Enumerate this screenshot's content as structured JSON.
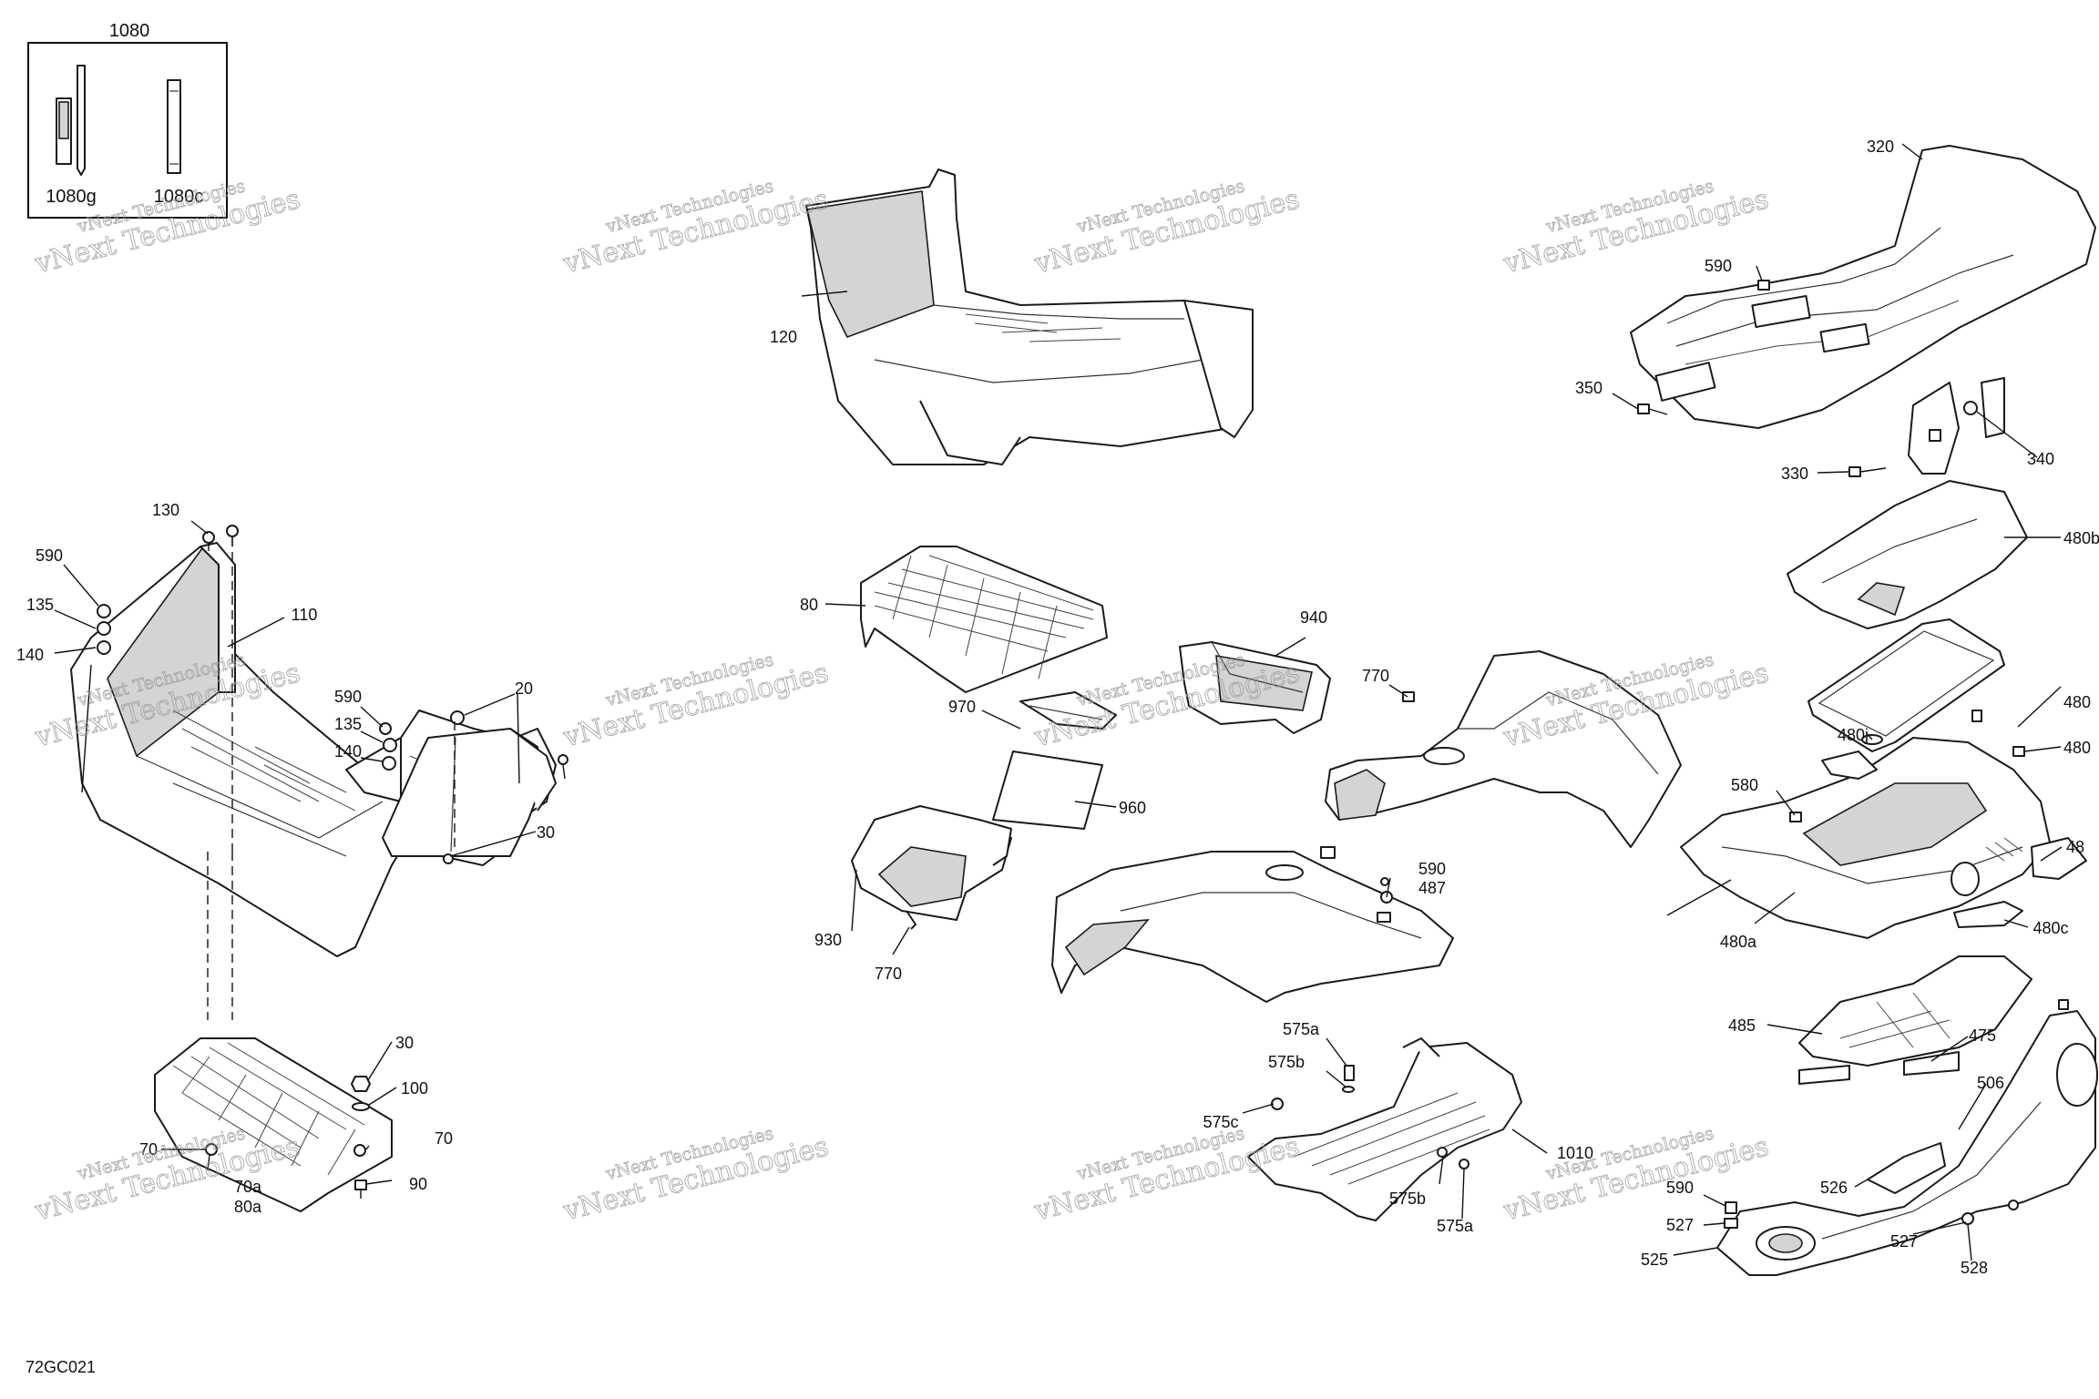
{
  "document_code": "72GC021",
  "kit": {
    "title": "1080",
    "items": [
      "1080g",
      "1080c"
    ]
  },
  "callouts": {
    "c130": "130",
    "c590a": "590",
    "c135a": "135",
    "c140a": "140",
    "c110": "110",
    "c590b": "590",
    "c135b": "135",
    "c140b": "140",
    "c20": "20",
    "c30a": "30",
    "c30b": "30",
    "c100": "100",
    "c70a": "70",
    "c70b": "70",
    "c90": "90",
    "c70a_sub": "70a",
    "c80a": "80a",
    "c120": "120",
    "c80": "80",
    "c970": "970",
    "c960": "960",
    "c930": "930",
    "c770a": "770",
    "c940": "940",
    "c770b": "770",
    "c590c": "590",
    "c487": "487",
    "c575a1": "575a",
    "c575b1": "575b",
    "c575c": "575c",
    "c1010": "1010",
    "c575b2": "575b",
    "c575a2": "575a",
    "c320": "320",
    "c590d": "590",
    "c350": "350",
    "c330": "330",
    "c340": "340",
    "c480b": "480b",
    "c480j": "480j",
    "c480x1": "480",
    "c480x2": "480",
    "c480x3": "48",
    "c580": "580",
    "c480a": "480a",
    "c480c": "480c",
    "c485": "485",
    "c475": "475",
    "c506": "506",
    "c526": "526",
    "c590e": "590",
    "c527a": "527",
    "c527b": "527",
    "c525": "525",
    "c528": "528"
  },
  "watermark": {
    "line1": "vNext Technologies",
    "line2": "vNext Technologies"
  }
}
